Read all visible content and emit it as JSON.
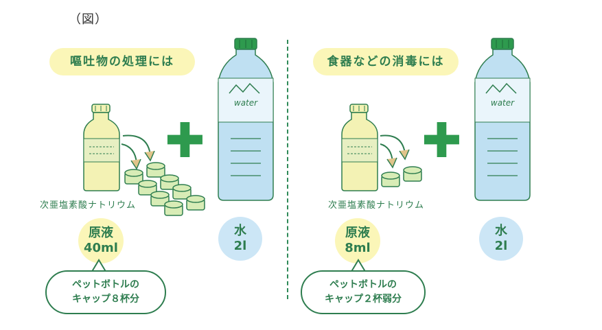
{
  "figure_label": "（図）",
  "left": {
    "title": "嘔吐物の処理には",
    "chemical": "次亜塩素酸ナトリウム",
    "stock": {
      "label": "原液",
      "amount": "40ml"
    },
    "water": {
      "label": "水",
      "amount": "2l"
    },
    "bubble": {
      "line1": "ペットボトルの",
      "line2": "キャップ８杯分"
    },
    "cap_count": 8
  },
  "right": {
    "title": "食器などの消毒には",
    "chemical": "次亜塩素酸ナトリウム",
    "stock": {
      "label": "原液",
      "amount": "8ml"
    },
    "water": {
      "label": "水",
      "amount": "2l"
    },
    "bubble": {
      "line1": "ペットボトルの",
      "line2": "キャップ２杯弱分"
    },
    "cap_count": 2
  },
  "bottle_text": "water",
  "colors": {
    "green": "#2e7d4f",
    "plus": "#2e9a4e",
    "yellow": "#fbf6b8",
    "blue": "#cce6f6",
    "water_bottle": "#bfe0f2",
    "bleach_bottle": "#f3f2b4",
    "cap": "#d8ecb6"
  }
}
